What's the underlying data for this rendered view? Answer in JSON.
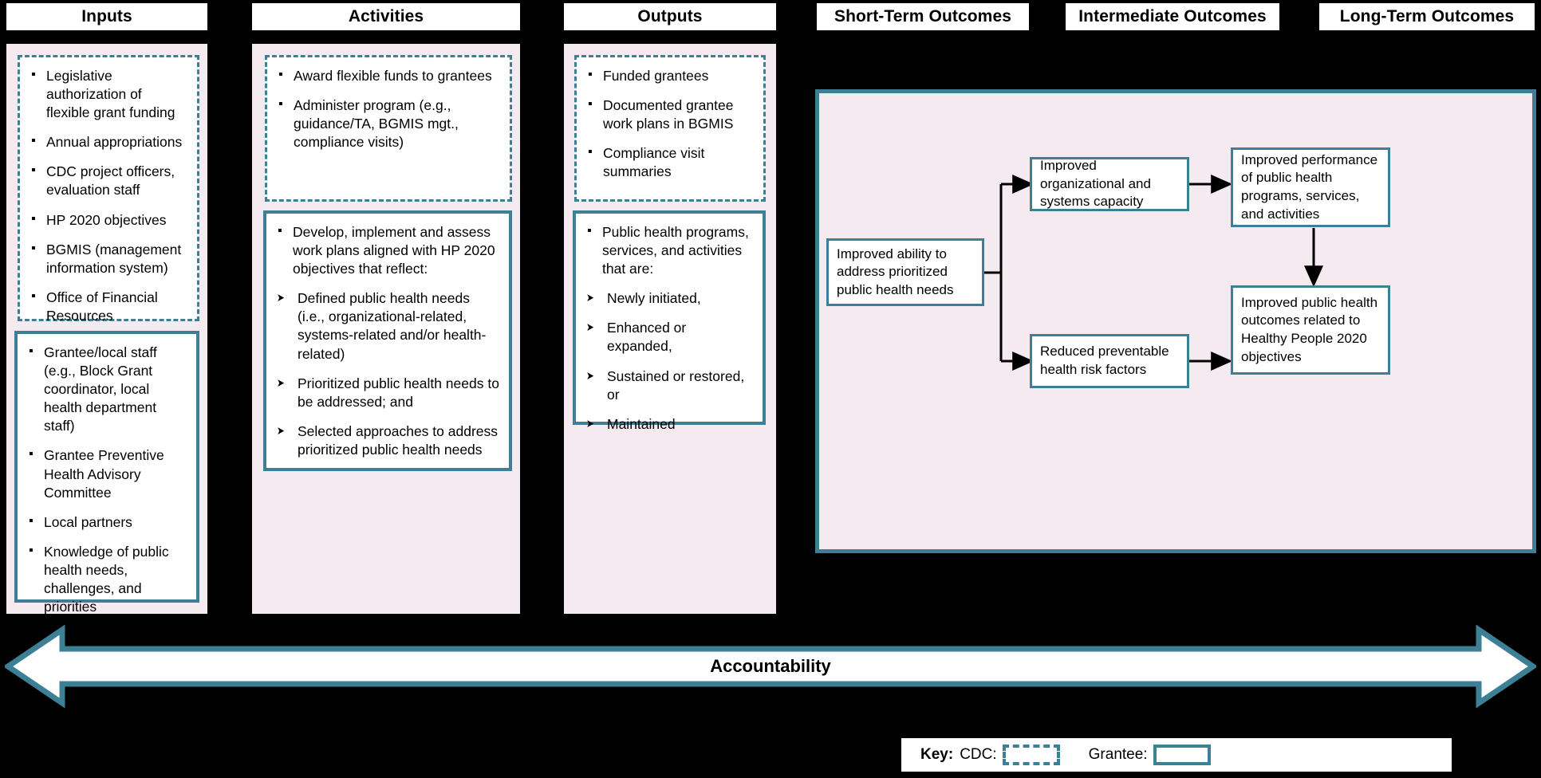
{
  "columns": [
    {
      "id": "inputs",
      "header": "Inputs",
      "boxes": [
        {
          "owner": "cdc",
          "items": [
            {
              "marker": "square",
              "text": "Legislative authorization of flexible grant funding"
            },
            {
              "marker": "square",
              "text": "Annual appropriations"
            },
            {
              "marker": "square",
              "text": "CDC project officers, evaluation staff"
            },
            {
              "marker": "square",
              "text": "HP 2020 objectives"
            },
            {
              "marker": "square",
              "text": "BGMIS (management information system)"
            },
            {
              "marker": "square",
              "text": "Office of Financial Resources"
            }
          ]
        },
        {
          "owner": "grantee",
          "items": [
            {
              "marker": "square",
              "text": "Grantee/local staff (e.g., Block Grant coordinator, local health department staff)"
            },
            {
              "marker": "square",
              "text": "Grantee Preventive Health Advisory Committee"
            },
            {
              "marker": "square",
              "text": "Local partners"
            },
            {
              "marker": "square",
              "text": "Knowledge of public health needs, challenges, and priorities"
            }
          ]
        }
      ]
    },
    {
      "id": "activities",
      "header": "Activities",
      "boxes": [
        {
          "owner": "cdc",
          "items": [
            {
              "marker": "square",
              "text": "Award flexible funds to grantees"
            },
            {
              "marker": "square",
              "text": "Administer program (e.g., guidance/TA, BGMIS mgt., compliance visits)"
            }
          ]
        },
        {
          "owner": "grantee",
          "items": [
            {
              "marker": "square",
              "text": "Develop, implement and assess work plans aligned with HP 2020 objectives that reflect:"
            },
            {
              "marker": "arrow",
              "text": "Defined public health needs (i.e., organizational-related, systems-related and/or health-related)"
            },
            {
              "marker": "arrow",
              "text": "Prioritized public health needs to be addressed; and"
            },
            {
              "marker": "arrow",
              "text": "Selected approaches to address prioritized public health needs"
            }
          ]
        }
      ]
    },
    {
      "id": "outputs",
      "header": "Outputs",
      "boxes": [
        {
          "owner": "cdc",
          "items": [
            {
              "marker": "square",
              "text": "Funded grantees"
            },
            {
              "marker": "square",
              "text": "Documented grantee work plans in BGMIS"
            },
            {
              "marker": "square",
              "text": "Compliance visit summaries"
            }
          ]
        },
        {
          "owner": "grantee",
          "items": [
            {
              "marker": "square",
              "text": "Public health programs, services, and activities that are:"
            },
            {
              "marker": "arrow",
              "text": "Newly initiated,"
            },
            {
              "marker": "arrow",
              "text": "Enhanced or expanded,"
            },
            {
              "marker": "arrow",
              "text": "Sustained or restored, or"
            },
            {
              "marker": "arrow",
              "text": "Maintained"
            }
          ]
        }
      ]
    }
  ],
  "outcome_headers": [
    {
      "id": "short-term",
      "label": "Short-Term Outcomes"
    },
    {
      "id": "intermediate",
      "label": "Intermediate Outcomes"
    },
    {
      "id": "long-term",
      "label": "Long-Term Outcomes"
    }
  ],
  "outcome_boxes": [
    {
      "id": "improved-ability",
      "text": "Improved ability to address prioritized public health needs"
    },
    {
      "id": "improved-org-capacity",
      "text": "Improved organizational and systems capacity"
    },
    {
      "id": "reduced-risk-factors",
      "text": "Reduced preventable health risk factors"
    },
    {
      "id": "improved-performance",
      "text": "Improved performance of public health programs, services, and activities"
    },
    {
      "id": "improved-outcomes",
      "text": "Improved public health outcomes related to Healthy People 2020 objectives"
    }
  ],
  "accountability": {
    "label": "Accountability"
  },
  "key": {
    "title": "Key:",
    "cdc_label": "CDC:",
    "grantee_label": "Grantee:"
  },
  "colors": {
    "teal": "#3d7f94",
    "panel_fill": "#f6eaf1",
    "background": "#000000",
    "box_fill": "#ffffff"
  }
}
